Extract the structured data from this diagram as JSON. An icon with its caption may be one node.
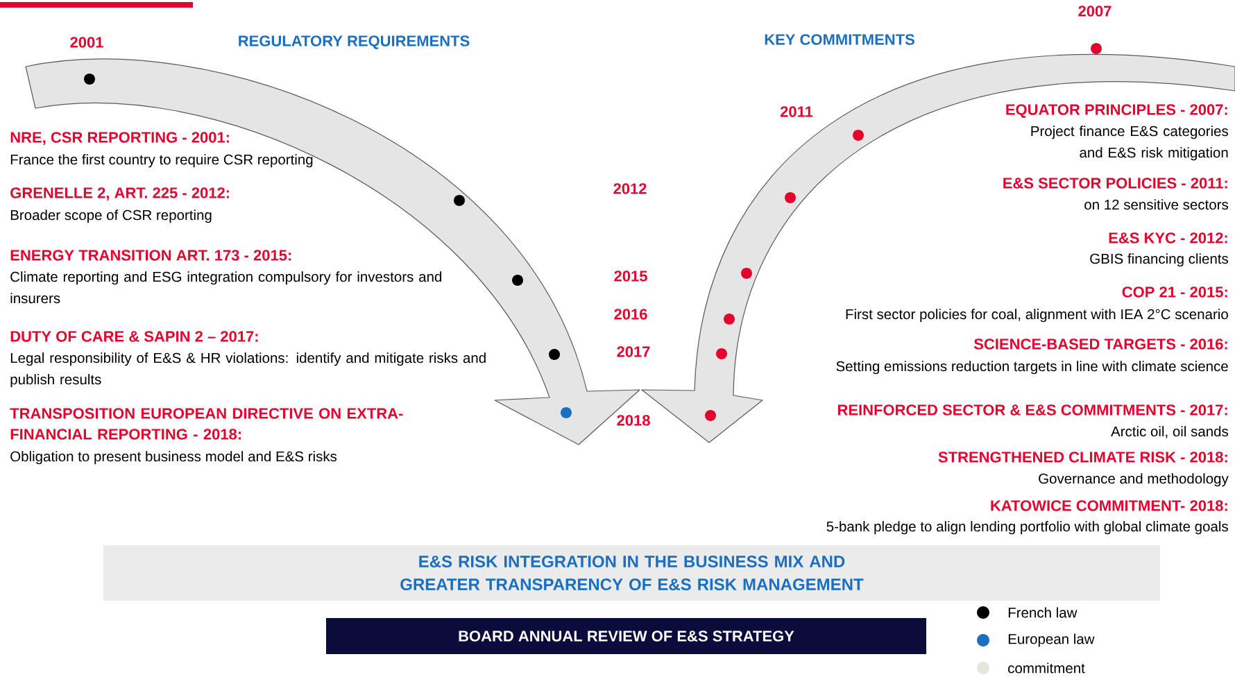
{
  "diagram": {
    "nodes": [
      {
        "text": [
          "E&S RISK INTEGRATION IN THE BUSINESS MIX AND GREATER TRANSPARENCY OF E&S RISK MANAGEMENT"
        ]
      },
      {
        "text": [
          "BOARD ANNUAL REVIEW OF E&S STRATEGY"
        ]
      }
    ],
    "labels": [
      "2001",
      "REGULATORY REQUIREMENTS",
      "KEY COMMITMENTS",
      "2007",
      "EQUATOR PRINCIPLES - 2007:",
      "Project finance E&S categories and E&S risk mitigation",
      "2011",
      "NRE, CSR REPORTING - 2001:",
      "France the first country to require CSR reporting",
      "E&S SECTOR POLICIES - 2011:",
      "on 12 sensitive sectors",
      "2012",
      "GRENELLE 2, ART. 225 - 2012:",
      "Broader scope of CSR reporting",
      "E&S KYC - 2012:",
      "GBIS financing clients",
      "ENERGY TRANSITION ART. 173 - 2015:",
      "Climate reporting and ESG integration compulsory for investors and insurers",
      "2015",
      "COP 21 - 2015:",
      "First sector policies for coal, alignment with IEA 2°C scenario",
      "2016",
      "DUTY OF CARE & SAPIN 2 – 2017:",
      "Legal responsibility of E&S & HR violations: identify and mitigate risks and publish results",
      "2017",
      "SCIENCE-BASED TARGETS - 2016:",
      "Setting emissions reduction targets in line with climate science",
      "TRANSPOSITION EUROPEAN DIRECTIVE ON EXTRA-FINANCIAL REPORTING - 2018:",
      "2018",
      "REINFORCED SECTOR & E&S COMMITMENTS - 2017:",
      "Obligation to present business model and E&S risks",
      "Arctic oil, oil sands",
      "STRENGTHENED CLIMATE RISK - 2018:",
      "Governance and methodology",
      "KATOWICE COMMITMENT- 2018:",
      "5-bank pledge to align lending portfolio with global climate goals"
    ],
    "legend": [
      {
        "text": "French law",
        "color": "#000000"
      },
      {
        "text": "European law",
        "color": "#1a6fc0"
      },
      {
        "text": "commitment",
        "color": "#e6e6da"
      }
    ]
  }
}
